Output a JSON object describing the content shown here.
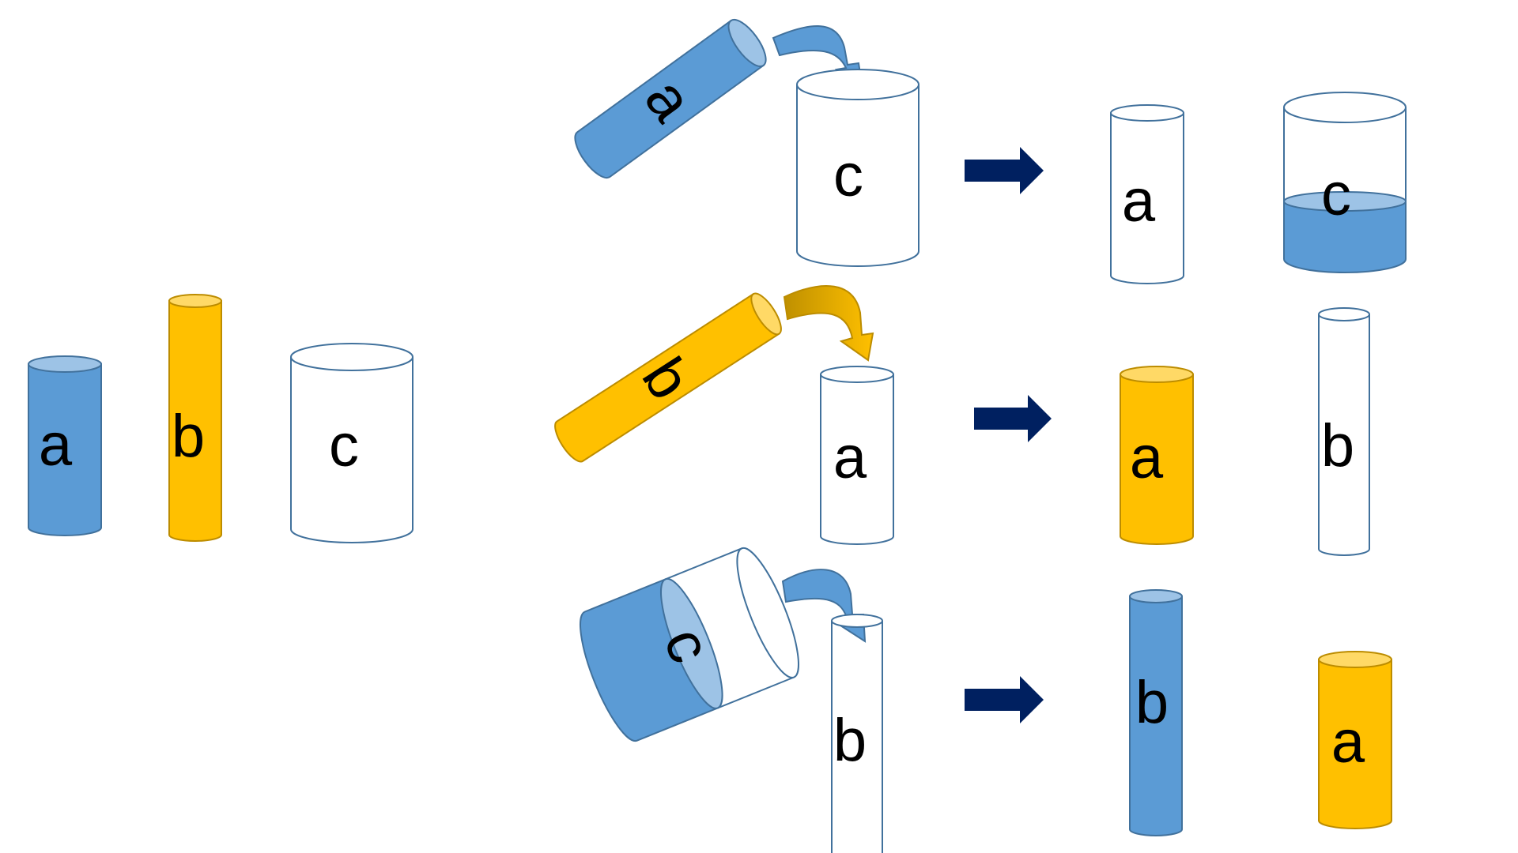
{
  "labels": {
    "a": "a",
    "b": "b",
    "c": "c"
  },
  "colors": {
    "blue_body": "#5B9BD5",
    "blue_top": "#9DC3E6",
    "blue_stroke": "#41719C",
    "yellow_body": "#FFC000",
    "yellow_top": "#FFD966",
    "yellow_stroke": "#BC8C00",
    "empty_stroke": "#41719C",
    "step_arrow": "#002060",
    "pour_arrow_blue": "#5B9BD5",
    "pour_arrow_gold": "#FFC000"
  },
  "initial_state": {
    "a": "blue liquid",
    "b": "yellow liquid",
    "c": "empty"
  },
  "steps": [
    {
      "pour_from": "a",
      "pour_into": "c",
      "result": {
        "a": "empty",
        "c": "blue liquid, partly filled"
      }
    },
    {
      "pour_from": "b",
      "pour_into": "a",
      "result": {
        "a": "yellow liquid",
        "b": "empty"
      }
    },
    {
      "pour_from": "c",
      "pour_into": "b",
      "result": {
        "b": "blue liquid",
        "a": "yellow liquid"
      }
    }
  ],
  "icons": [
    "pour-arrow-icon",
    "step-arrow-icon"
  ]
}
